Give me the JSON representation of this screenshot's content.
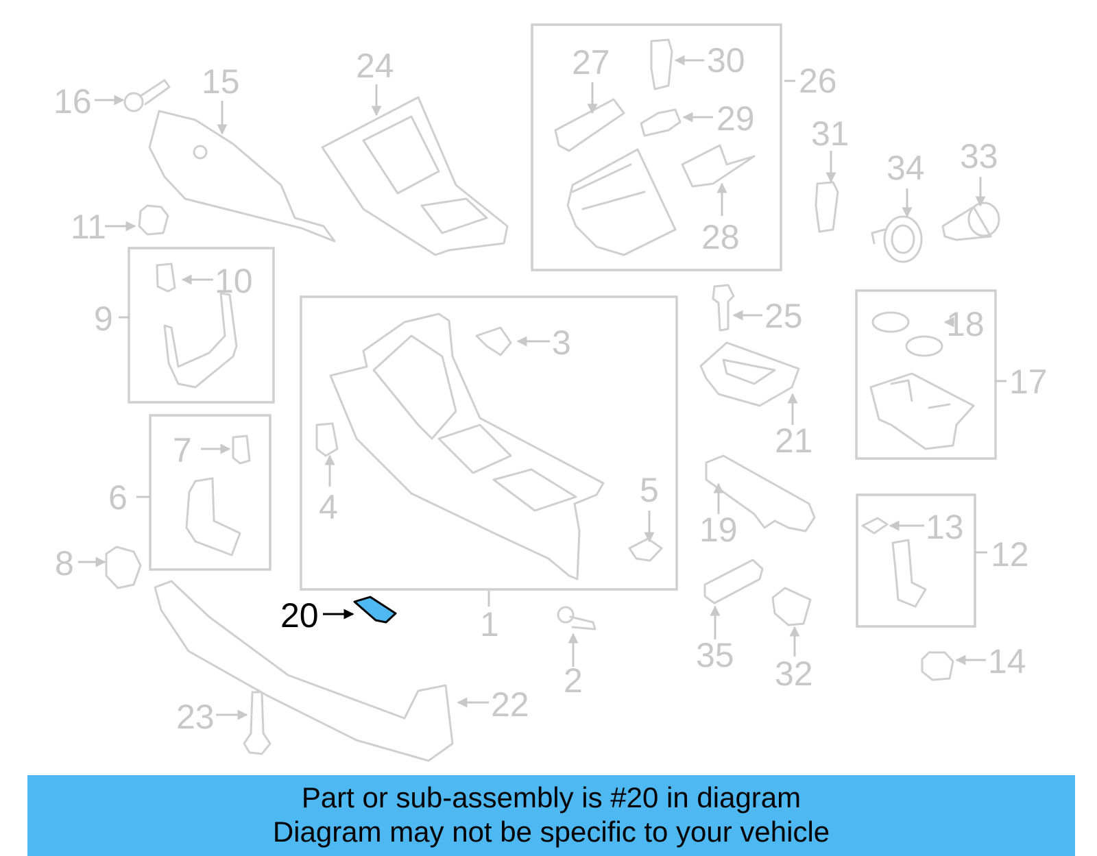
{
  "labels": {
    "n1": "1",
    "n2": "2",
    "n3": "3",
    "n4": "4",
    "n5": "5",
    "n6": "6",
    "n7": "7",
    "n8": "8",
    "n9": "9",
    "n10": "10",
    "n11": "11",
    "n12": "12",
    "n13": "13",
    "n14": "14",
    "n15": "15",
    "n16": "16",
    "n17": "17",
    "n18": "18",
    "n19": "19",
    "n20": "20",
    "n21": "21",
    "n22": "22",
    "n23": "23",
    "n24": "24",
    "n25": "25",
    "n26": "26",
    "n27": "27",
    "n28": "28",
    "n29": "29",
    "n30": "30",
    "n31": "31",
    "n32": "32",
    "n33": "33",
    "n34": "34",
    "n35": "35"
  },
  "highlight": {
    "part_number": "20",
    "color": "#4db8f1"
  },
  "banner": {
    "line1": "Part or sub-assembly is #20 in diagram",
    "line2": "Diagram may not be specific to your vehicle",
    "color": "#4db8f1"
  }
}
